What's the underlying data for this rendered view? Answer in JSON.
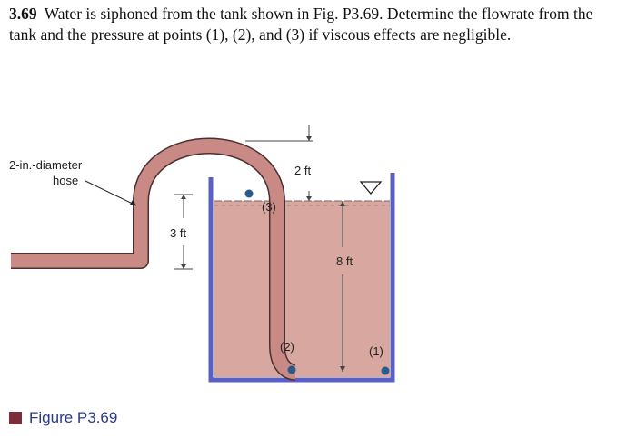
{
  "problem": {
    "number": "3.69",
    "text": "Water is siphoned from the tank shown in Fig. P3.69. Determine the flowrate from the tank and the pressure at points (1), (2), and (3) if viscous effects are negligible."
  },
  "figure": {
    "hose_label_line1": "2-in.-diameter",
    "hose_label_line2": "hose",
    "dim_2ft": "2 ft",
    "dim_3ft": "3 ft",
    "dim_8ft": "8 ft",
    "point_1": "(1)",
    "point_2": "(2)",
    "point_3": "(3)",
    "caption": "Figure P3.69",
    "colors": {
      "tank_wall": "#5a5fc8",
      "water": "#d8a8a0",
      "hose_fill": "#c98a86",
      "hose_outline": "#4a3030",
      "point_dot": "#2a5a8a",
      "caption_square": "#7a2e3a",
      "caption_text": "#2a3a8a"
    }
  }
}
